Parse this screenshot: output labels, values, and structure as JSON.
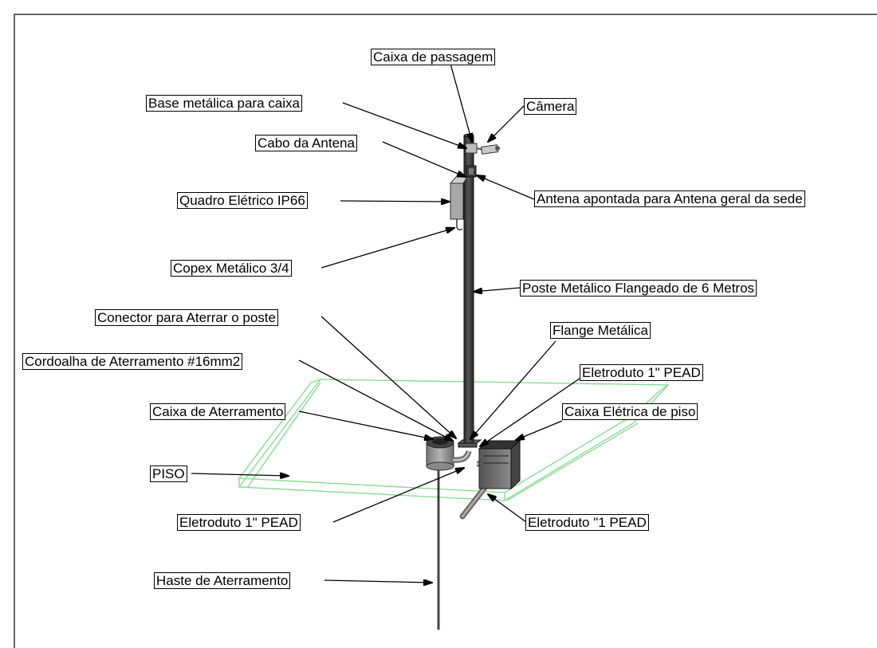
{
  "labels": {
    "caixa_passagem": "Caixa de passagem",
    "base_metalica": "Base metálica para caixa",
    "camera": "Câmera",
    "cabo_antena": "Cabo da Antena",
    "antena_apontada": "Antena apontada  para Antena geral da sede",
    "quadro_eletrico": "Quadro Elétrico IP66",
    "copex": "Copex Metálico 3/4",
    "poste": "Poste Metálico Flangeado de 6 Metros",
    "conector": "Conector para Aterrar o poste",
    "flange": "Flange Metálica",
    "cordoalha": "Cordoalha de Aterramento #16mm2",
    "eletroduto_top": "Eletroduto 1\" PEAD",
    "caixa_aterramento": "Caixa de Aterramento",
    "caixa_eletrica_piso": "Caixa Elétrica de piso",
    "piso": "PISO",
    "eletroduto_left": "Eletroduto 1\" PEAD",
    "eletroduto_right": "Eletroduto \"1 PEAD",
    "haste": "Haste de Aterramento"
  },
  "colors": {
    "floor_outline": "#7fd98a",
    "pole": "#3a3a3a",
    "box_gray": "#8c8c8c"
  }
}
